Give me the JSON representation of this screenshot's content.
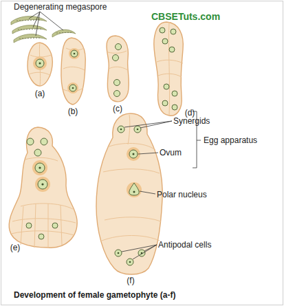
{
  "diagram": {
    "caption": "Development of female gametophyte (a-f)",
    "labels": [
      "Degenerating megaspore",
      "CBSETuts.com",
      "(a)",
      "(b)",
      "(c)",
      "(d)",
      "(e)",
      "(f)",
      "Synergids",
      "Ovum",
      "Egg apparatus",
      "Polar nucleus",
      "Antipodal cells"
    ]
  }
}
